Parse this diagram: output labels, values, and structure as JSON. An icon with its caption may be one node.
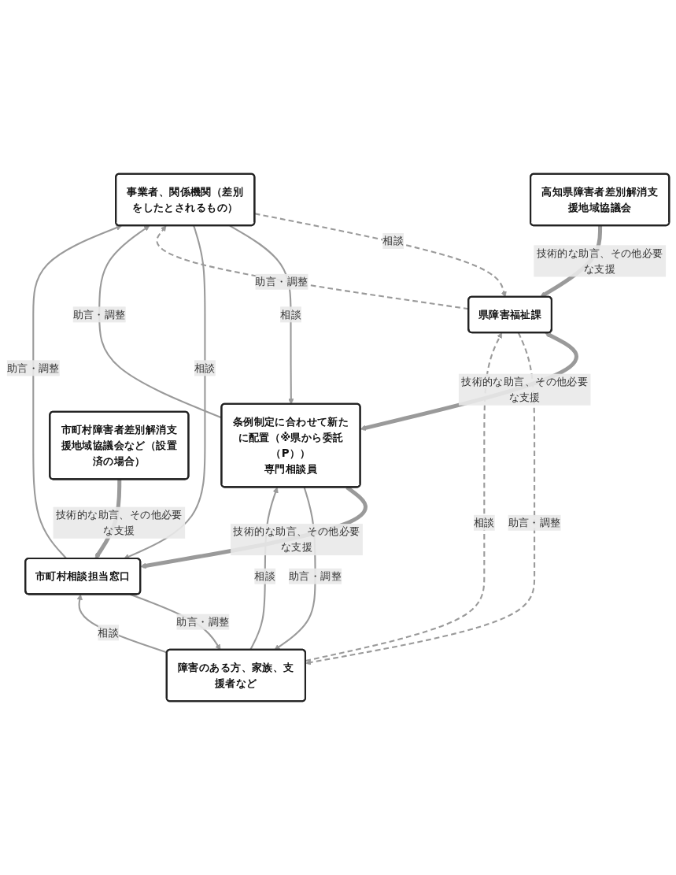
{
  "diagram": {
    "nodes": [
      {
        "text": [
          "事業者、関係機関（差別をしたとされるもの）"
        ]
      },
      {
        "text": [
          "高知県障害者差別解消支援地域協議会"
        ]
      },
      {
        "text": [
          "県障害福祉課"
        ]
      },
      {
        "text": [
          "条例制定に合わせて新たに配置（※県から委託（P））",
          "専門相談員"
        ]
      },
      {
        "text": [
          "市町村相談担当窓口"
        ]
      },
      {
        "text": [
          "市町村障害者差別解消支援地域協議会など（設置済の場合）"
        ]
      },
      {
        "text": [
          "障害のある方、家族、支援者など"
        ]
      }
    ],
    "edges": [
      {
        "from": 0,
        "to": 2,
        "arrow": "to",
        "label": "相談",
        "style": "dashed"
      },
      {
        "from": 2,
        "to": 0,
        "arrow": "to",
        "label": "助言・調整",
        "style": "dashed"
      },
      {
        "from": 0,
        "to": 3,
        "arrow": "to",
        "label": "相談"
      },
      {
        "from": 3,
        "to": 0,
        "arrow": "to",
        "label": "助言・調整"
      },
      {
        "from": 0,
        "to": 4,
        "arrow": "to",
        "label": "相談"
      },
      {
        "from": 4,
        "to": 0,
        "arrow": "to",
        "label": "助言・調整"
      },
      {
        "from": 1,
        "to": 2,
        "arrow": "to",
        "label": "技術的な助言、その他必要な支援",
        "style": "thick"
      },
      {
        "from": 2,
        "to": 3,
        "arrow": "both",
        "label": "技術的な助言、その他必要な支援",
        "style": "thick"
      },
      {
        "from": 3,
        "to": 4,
        "arrow": "to",
        "label": "技術的な助言、その他必要な支援",
        "style": "thick"
      },
      {
        "from": 5,
        "to": 4,
        "arrow": "to",
        "label": "技術的な助言、その他必要な支援",
        "style": "thick"
      },
      {
        "from": 6,
        "to": 2,
        "arrow": "to",
        "label": "相談",
        "style": "dashed"
      },
      {
        "from": 2,
        "to": 6,
        "arrow": "to",
        "label": "助言・調整",
        "style": "dashed"
      },
      {
        "from": 6,
        "to": 3,
        "arrow": "to",
        "label": "相談"
      },
      {
        "from": 3,
        "to": 6,
        "arrow": "to",
        "label": "助言・調整"
      },
      {
        "from": 6,
        "to": 4,
        "arrow": "to",
        "label": "相談"
      },
      {
        "from": 4,
        "to": 6,
        "arrow": "to",
        "label": "助言・調整"
      }
    ]
  }
}
